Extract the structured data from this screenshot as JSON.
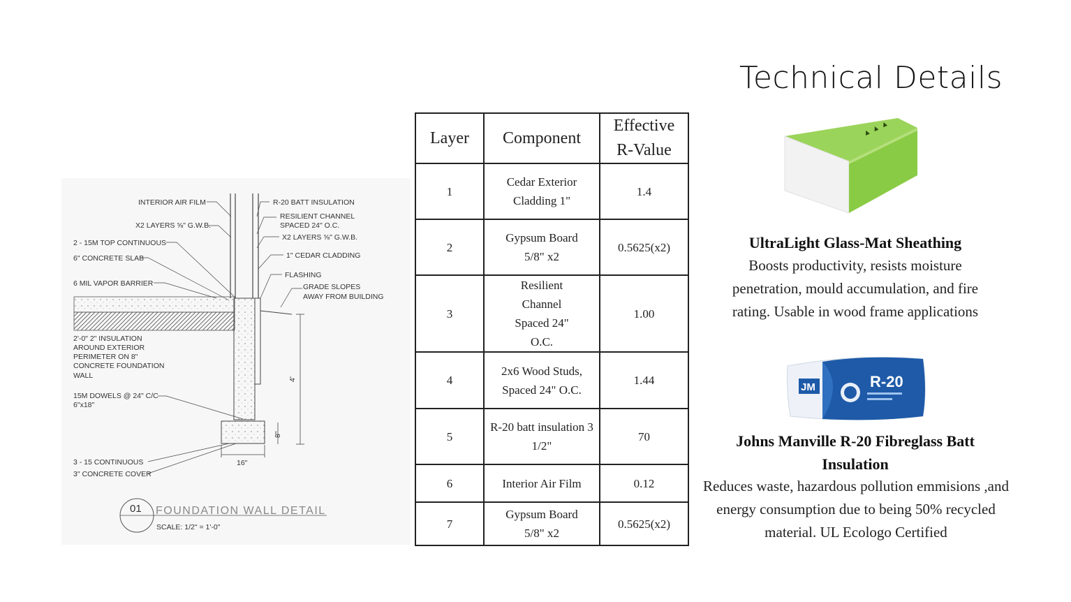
{
  "title": "Technical Details",
  "drawing": {
    "labels": {
      "interior_air_film": "INTERIOR AIR FILM",
      "gwb_left": "X2 LAYERS ⅝\" G.W.B.",
      "top_continuous": "2 - 15M TOP CONTINUOUS",
      "concrete_slab": "6\" CONCRETE SLAB",
      "vapor_barrier": "6 MIL VAPOR BARRIER",
      "insulation_1": "2'-0\" 2\" INSULATION",
      "insulation_2": "AROUND EXTERIOR",
      "insulation_3": "PERIMETER ON 8\"",
      "insulation_4": "CONCRETE FOUNDATION",
      "insulation_5": "WALL",
      "dowels_1": "15M DOWELS @ 24\" C/C",
      "dowels_2": "6\"x18\"",
      "continuous_1": "3 - 15 CONTINUOUS",
      "continuous_2": "3\" CONCRETE COVER",
      "batt": "R-20 BATT INSULATION",
      "resilient_1": "RESILIENT CHANNEL",
      "resilient_2": "SPACED 24\" O.C.",
      "gwb_right": "X2 LAYERS ⅝\" G.W.B.",
      "cedar": "1\" CEDAR CLADDING",
      "flashing": "FLASHING",
      "grade_1": "GRADE SLOPES",
      "grade_2": "AWAY FROM BUILDING",
      "dim_4": "4'",
      "dim_8": "8\"",
      "dim_16": "16\""
    },
    "detail_number": "01",
    "detail_title": "FOUNDATION WALL DETAIL",
    "detail_scale": "SCALE: 1/2\" = 1'-0\""
  },
  "table": {
    "headers": [
      "Layer",
      "Component",
      "Effective R-Value"
    ],
    "rows": [
      {
        "layer": "1",
        "component": "Cedar Exterior Cladding 1\"",
        "value": "1.4"
      },
      {
        "layer": "2",
        "component": "Gypsum Board 5/8\" x2",
        "value": "0.5625(x2)"
      },
      {
        "layer": "3",
        "component": "Resilient Channel Spaced 24\" O.C.",
        "value": "1.00"
      },
      {
        "layer": "4",
        "component": "2x6 Wood Studs, Spaced 24\" O.C.",
        "value": "1.44"
      },
      {
        "layer": "5",
        "component": "R-20 batt insulation 3 1/2\"",
        "value": "70"
      },
      {
        "layer": "6",
        "component": "Interior Air Film",
        "value": "0.12"
      },
      {
        "layer": "7",
        "component": "Gypsum Board 5/8\" x2",
        "value": "0.5625(x2)"
      }
    ]
  },
  "products": [
    {
      "name": "UltraLight Glass-Mat Sheathing",
      "description": "Boosts productivity, resists moisture penetration, mould accumulation, and fire rating. Usable in wood frame applications",
      "icon": "foam-board-icon",
      "color": "#8fd14f"
    },
    {
      "name": "Johns Manville R-20 Fibreglass Batt Insulation",
      "description": "Reduces waste, hazardous pollution emmisions ,and energy consumption due to being 50% recycled material. UL Ecologo Certified",
      "icon": "batt-package-icon",
      "package_brand": "JM",
      "package_rating": "R-20",
      "color": "#1e5aa8"
    }
  ]
}
